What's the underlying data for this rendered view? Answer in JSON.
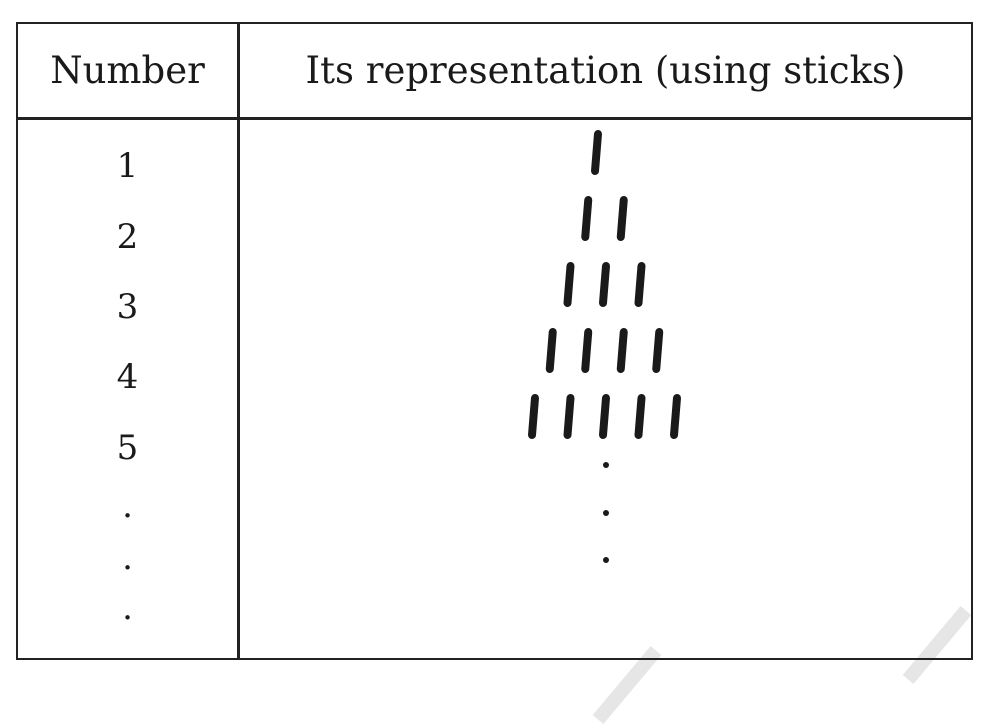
{
  "table": {
    "headers": [
      "Number",
      "Its representation (using sticks)"
    ],
    "rows": [
      {
        "number": "1",
        "sticks": 1
      },
      {
        "number": "2",
        "sticks": 2
      },
      {
        "number": "3",
        "sticks": 3
      },
      {
        "number": "4",
        "sticks": 4
      },
      {
        "number": "5",
        "sticks": 5
      }
    ],
    "continuation": [
      ".",
      ".",
      "."
    ]
  },
  "colors": {
    "ink": "#1a1a1a",
    "watermark": "#e6e6e6"
  }
}
